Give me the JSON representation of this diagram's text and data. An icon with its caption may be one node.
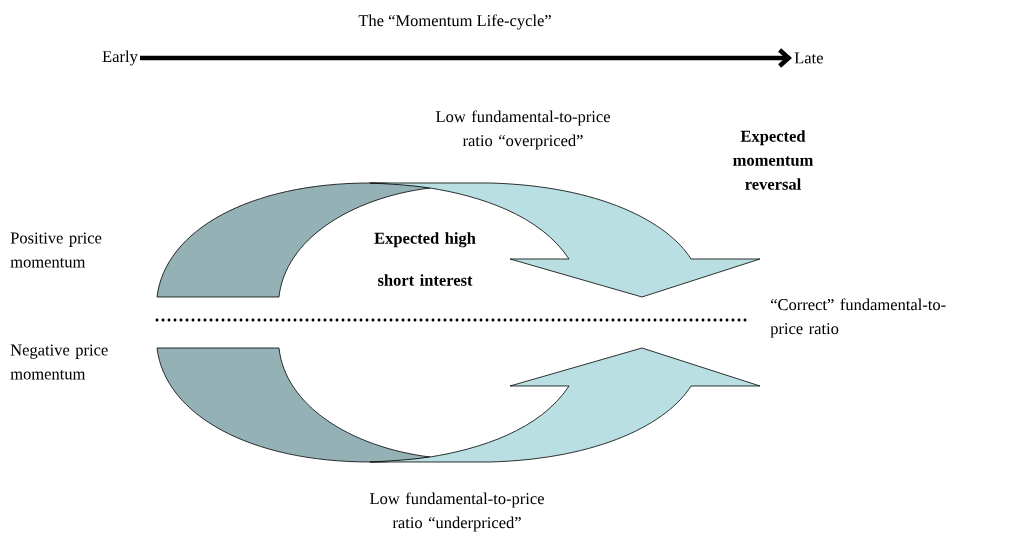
{
  "diagram": {
    "title": "The “Momentum Life-cycle”",
    "nodes": [
      {
        "text": [
          "Early"
        ]
      },
      {
        "text": [
          "Late"
        ]
      }
    ],
    "edges": [
      {
        "from": 0,
        "to": 1,
        "arrow": "to"
      }
    ],
    "labels": [
      "Low fundamental-to-price ratio “overpriced”",
      "Expected momentum reversal",
      "Positive price momentum",
      "Expected high short interest",
      "“Correct” fundamental-to-price ratio",
      "Negative price momentum",
      "Low fundamental-to-price ratio “underpriced”"
    ]
  }
}
